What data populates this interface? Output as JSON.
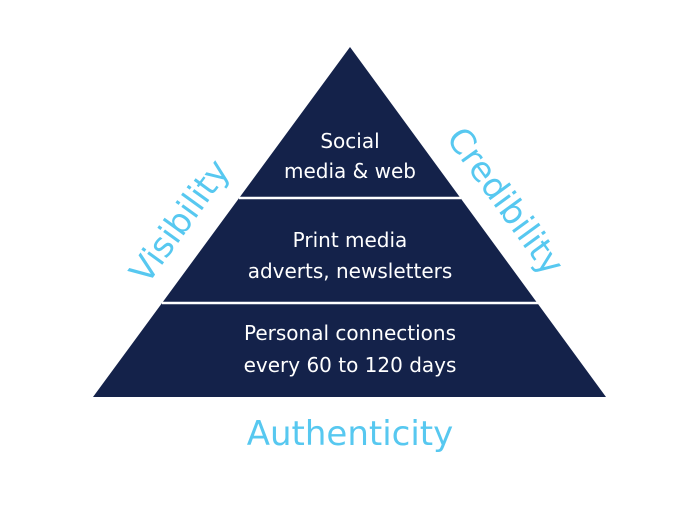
{
  "pyramid": {
    "fill_color": "#14224a",
    "divider_color": "#ffffff",
    "tiers": [
      {
        "line1": "Social",
        "line2": "media & web"
      },
      {
        "line1": "Print media",
        "line2": "adverts, newsletters"
      },
      {
        "line1": "Personal connections",
        "line2": "every 60 to 120 days"
      }
    ]
  },
  "labels": {
    "color": "#57c8f0",
    "left": "Visibility",
    "right": "Credibility",
    "base": "Authenticity"
  }
}
